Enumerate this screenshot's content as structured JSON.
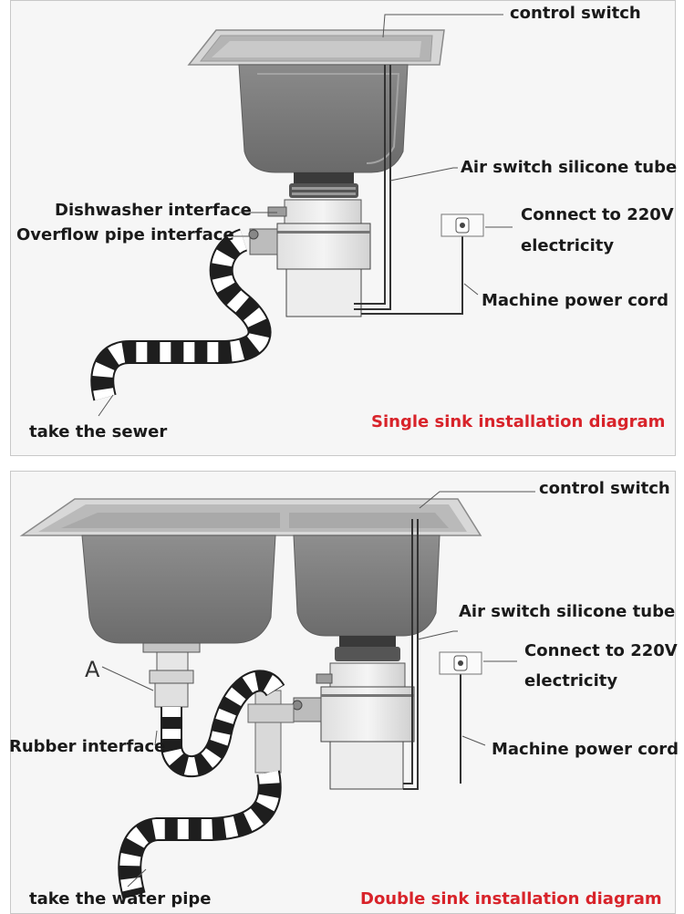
{
  "single": {
    "control_switch": "control switch",
    "air_tube": "Air switch silicone tube",
    "dishwasher": "Dishwasher interface",
    "overflow": "Overflow pipe interface",
    "connect_line1": "Connect to 220V",
    "connect_line2": "electricity",
    "power_cord": "Machine power cord",
    "sewer": "take the sewer",
    "caption": "Single sink installation diagram"
  },
  "double": {
    "control_switch": "control switch",
    "air_tube": "Air switch silicone tube",
    "connect_line1": "Connect to 220V",
    "connect_line2": "electricity",
    "marker_a": "A",
    "rubber": "Rubber interface",
    "power_cord": "Machine power cord",
    "water_pipe": "take the water pipe",
    "caption": "Double sink installation diagram"
  },
  "colors": {
    "caption": "#d8232a",
    "label": "#1a1a1a",
    "steel": "#9a9a9a",
    "hose_dark": "#1e1e1e"
  }
}
